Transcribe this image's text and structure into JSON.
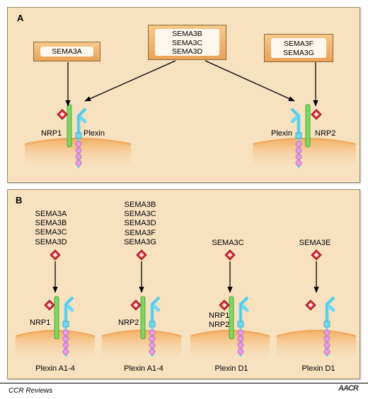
{
  "panel_a": {
    "label": "A",
    "box_left": "SEMA3A",
    "box_center": "SEMA3B\nSEMA3C\nSEMA3D",
    "box_right": "SEMA3F\nSEMA3G",
    "left_coreceptor": "NRP1",
    "left_receptor": "Plexin",
    "right_receptor": "Plexin",
    "right_coreceptor": "NRP2"
  },
  "panel_b": {
    "label": "B",
    "columns": [
      {
        "ligands": "SEMA3A\nSEMA3B\nSEMA3C\nSEMA3D",
        "coreceptor": "NRP1",
        "receptor": "Plexin A1-4"
      },
      {
        "ligands": "SEMA3B\nSEMA3C\nSEMA3D\nSEMA3F\nSEMA3G",
        "coreceptor": "NRP2",
        "receptor": "Plexin A1-4"
      },
      {
        "ligands": "SEMA3C",
        "coreceptor": "NRP1\nNRP2",
        "receptor": "Plexin D1"
      },
      {
        "ligands": "SEMA3E",
        "coreceptor": "",
        "receptor": "Plexin D1"
      }
    ]
  },
  "footer": {
    "source": "CCR Reviews",
    "logo": "AACR"
  },
  "colors": {
    "panel": "#f7e1bf",
    "membrane": "#efa55a",
    "nrp": "#7ed860",
    "plexin": "#6fd8f0",
    "sema": "#e0303a",
    "domain": "#e79be6"
  }
}
